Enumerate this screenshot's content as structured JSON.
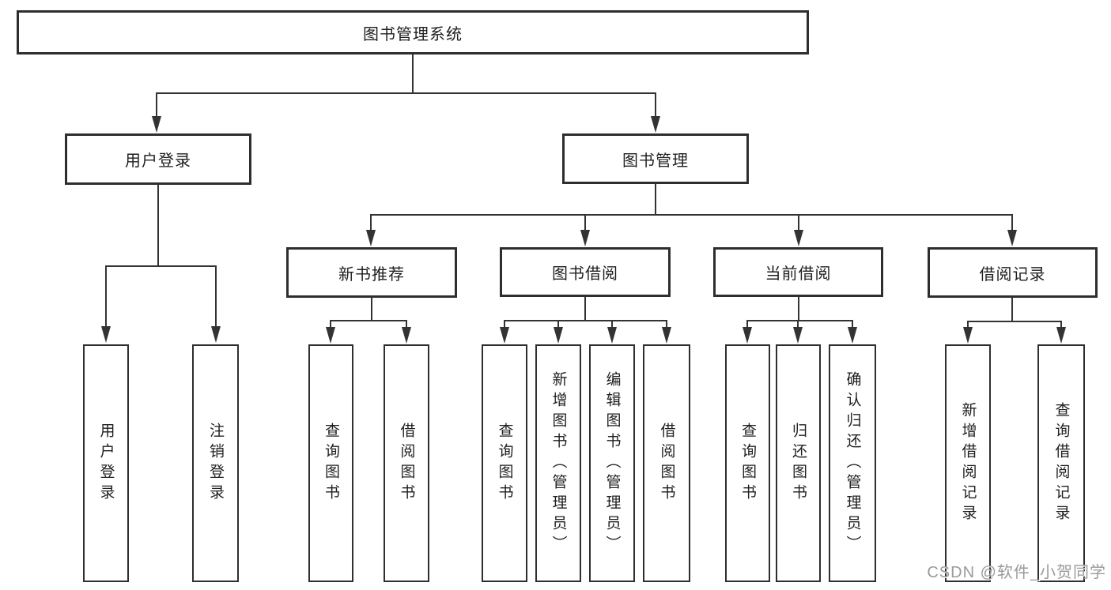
{
  "diagram_type": "hierarchy-tree",
  "colors": {
    "line": "#333333",
    "box_border": "#2e2e2e",
    "text": "#1f1f1f",
    "background": "#ffffff",
    "watermark": "#9a9a9a"
  },
  "tree": {
    "root": {
      "label": "图书管理系统",
      "children": [
        {
          "label": "用户登录",
          "children": [
            {
              "label": "用户登录"
            },
            {
              "label": "注销登录"
            }
          ]
        },
        {
          "label": "图书管理",
          "children": [
            {
              "label": "新书推荐",
              "children": [
                {
                  "label": "查询图书"
                },
                {
                  "label": "借阅图书"
                }
              ]
            },
            {
              "label": "图书借阅",
              "children": [
                {
                  "label": "查询图书"
                },
                {
                  "label": "新增图书（管理员）"
                },
                {
                  "label": "编辑图书（管理员）"
                },
                {
                  "label": "借阅图书"
                }
              ]
            },
            {
              "label": "当前借阅",
              "children": [
                {
                  "label": "查询图书"
                },
                {
                  "label": "归还图书"
                },
                {
                  "label": "确认归还（管理员）"
                }
              ]
            },
            {
              "label": "借阅记录",
              "children": [
                {
                  "label": "新增借阅记录"
                },
                {
                  "label": "查询借阅记录"
                }
              ]
            }
          ]
        }
      ]
    }
  },
  "watermark": {
    "text": "CSDN @软件_小贺同学"
  }
}
